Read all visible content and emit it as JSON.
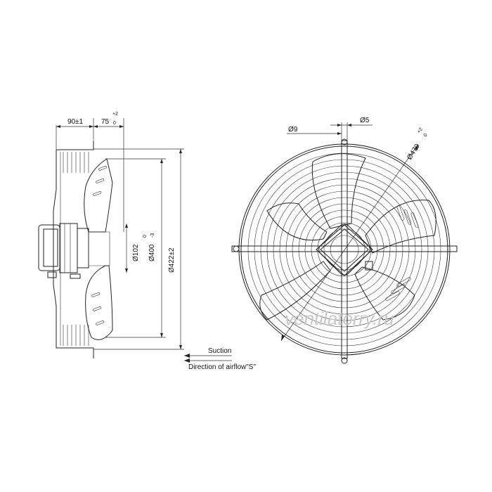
{
  "side_view": {
    "dim_depth_total": "90±1",
    "dim_depth_blade": "75",
    "dim_depth_blade_tol_upper": "+2",
    "dim_depth_blade_tol_lower": "0",
    "dim_hub": "Ø102",
    "dim_impeller": "Ø400",
    "dim_impeller_tol_upper": "0",
    "dim_impeller_tol_lower": "-3",
    "dim_outer": "Ø422±2",
    "airflow_label_top": "Suction",
    "airflow_label_bottom": "Direction of airflow\"S\""
  },
  "front_view": {
    "dim_hole": "Ø9",
    "dim_hole_pitch": "Ø5",
    "dim_bolt_circle": "Ø470",
    "dim_bolt_circle_tol_upper": "+2",
    "dim_bolt_circle_tol_lower": "0"
  },
  "watermark": "ventilatorry.ru"
}
